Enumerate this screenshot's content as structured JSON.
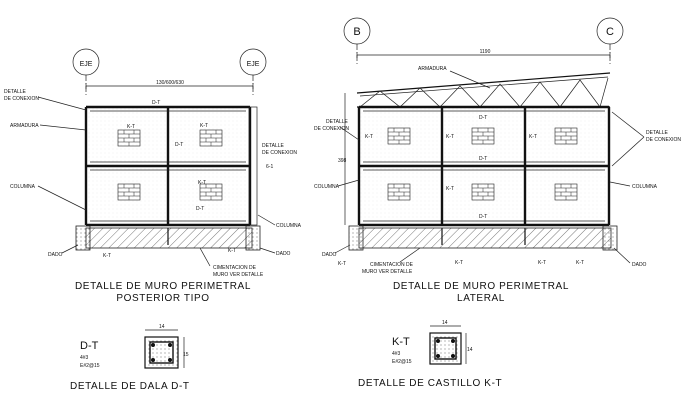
{
  "left_detail": {
    "axis_left": "EJE",
    "axis_right": "EJE",
    "dimension": "130/600/630",
    "labels": {
      "detalle_conexion_top": "DETALLE",
      "detalle_conexion_bottom": "DE CONEXION",
      "armadura": "ARMADURA",
      "columna": "COLUMNA",
      "dado_left": "DADO",
      "kt_bottom_left": "K-T",
      "dt_top": "D-T",
      "kt_1": "K-T",
      "kt_2": "K-T",
      "dt_mid": "D-T",
      "kt_3": "K-T",
      "dt_low": "D-T",
      "kt_4": "K-T",
      "right_conexion_1": "DETALLE",
      "right_conexion_2": "DE CONEXION",
      "right_dim": "6-1",
      "right_columna": "COLUMNA",
      "right_dado": "DADO",
      "cimentacion_1": "CIMENTACION DE",
      "cimentacion_2": "MURO VER DETALLE"
    },
    "title_line1": "DETALLE DE MURO PERIMETRAL",
    "title_line2": "POSTERIOR TIPO"
  },
  "right_detail": {
    "axis_left": "B",
    "axis_right": "C",
    "dimension": "1190",
    "labels": {
      "armadura": "ARMADURA",
      "detalle_left_1": "DETALLE",
      "detalle_left_2": "DE CONEXION",
      "height": "398",
      "columna_left": "COLUMNA",
      "dado_left": "DADO",
      "kt_left": "K-T",
      "dt_top": "D-T",
      "kt_a": "K-T",
      "kt_b": "K-T",
      "kt_c": "K-T",
      "kt_d": "K-T",
      "dt_mid": "D-T",
      "dt_low": "D-T",
      "cimentacion_1": "CIMENTACION DE",
      "cimentacion_2": "MURO VER DETALLE",
      "kt_bottom_1": "K-T",
      "kt_bottom_2": "K-T",
      "kt_bottom_3": "K-T",
      "detalle_right_1": "DETALLE",
      "detalle_right_2": "DE CONEXION",
      "columna_right": "COLUMNA",
      "dado_right": "DADO"
    },
    "title_line1": "DETALLE DE MURO PERIMETRAL",
    "title_line2": "LATERAL"
  },
  "dala": {
    "name": "D-T",
    "rebar": "4#3",
    "stirrups": "E#2@15",
    "dim_w": "14",
    "dim_h": "15",
    "title": "DETALLE DE DALA D-T"
  },
  "castillo": {
    "name": "K-T",
    "rebar": "4#3",
    "stirrups": "E#2@15",
    "dim_w": "14",
    "dim_h": "14",
    "title": "DETALLE DE CASTILLO K-T"
  }
}
